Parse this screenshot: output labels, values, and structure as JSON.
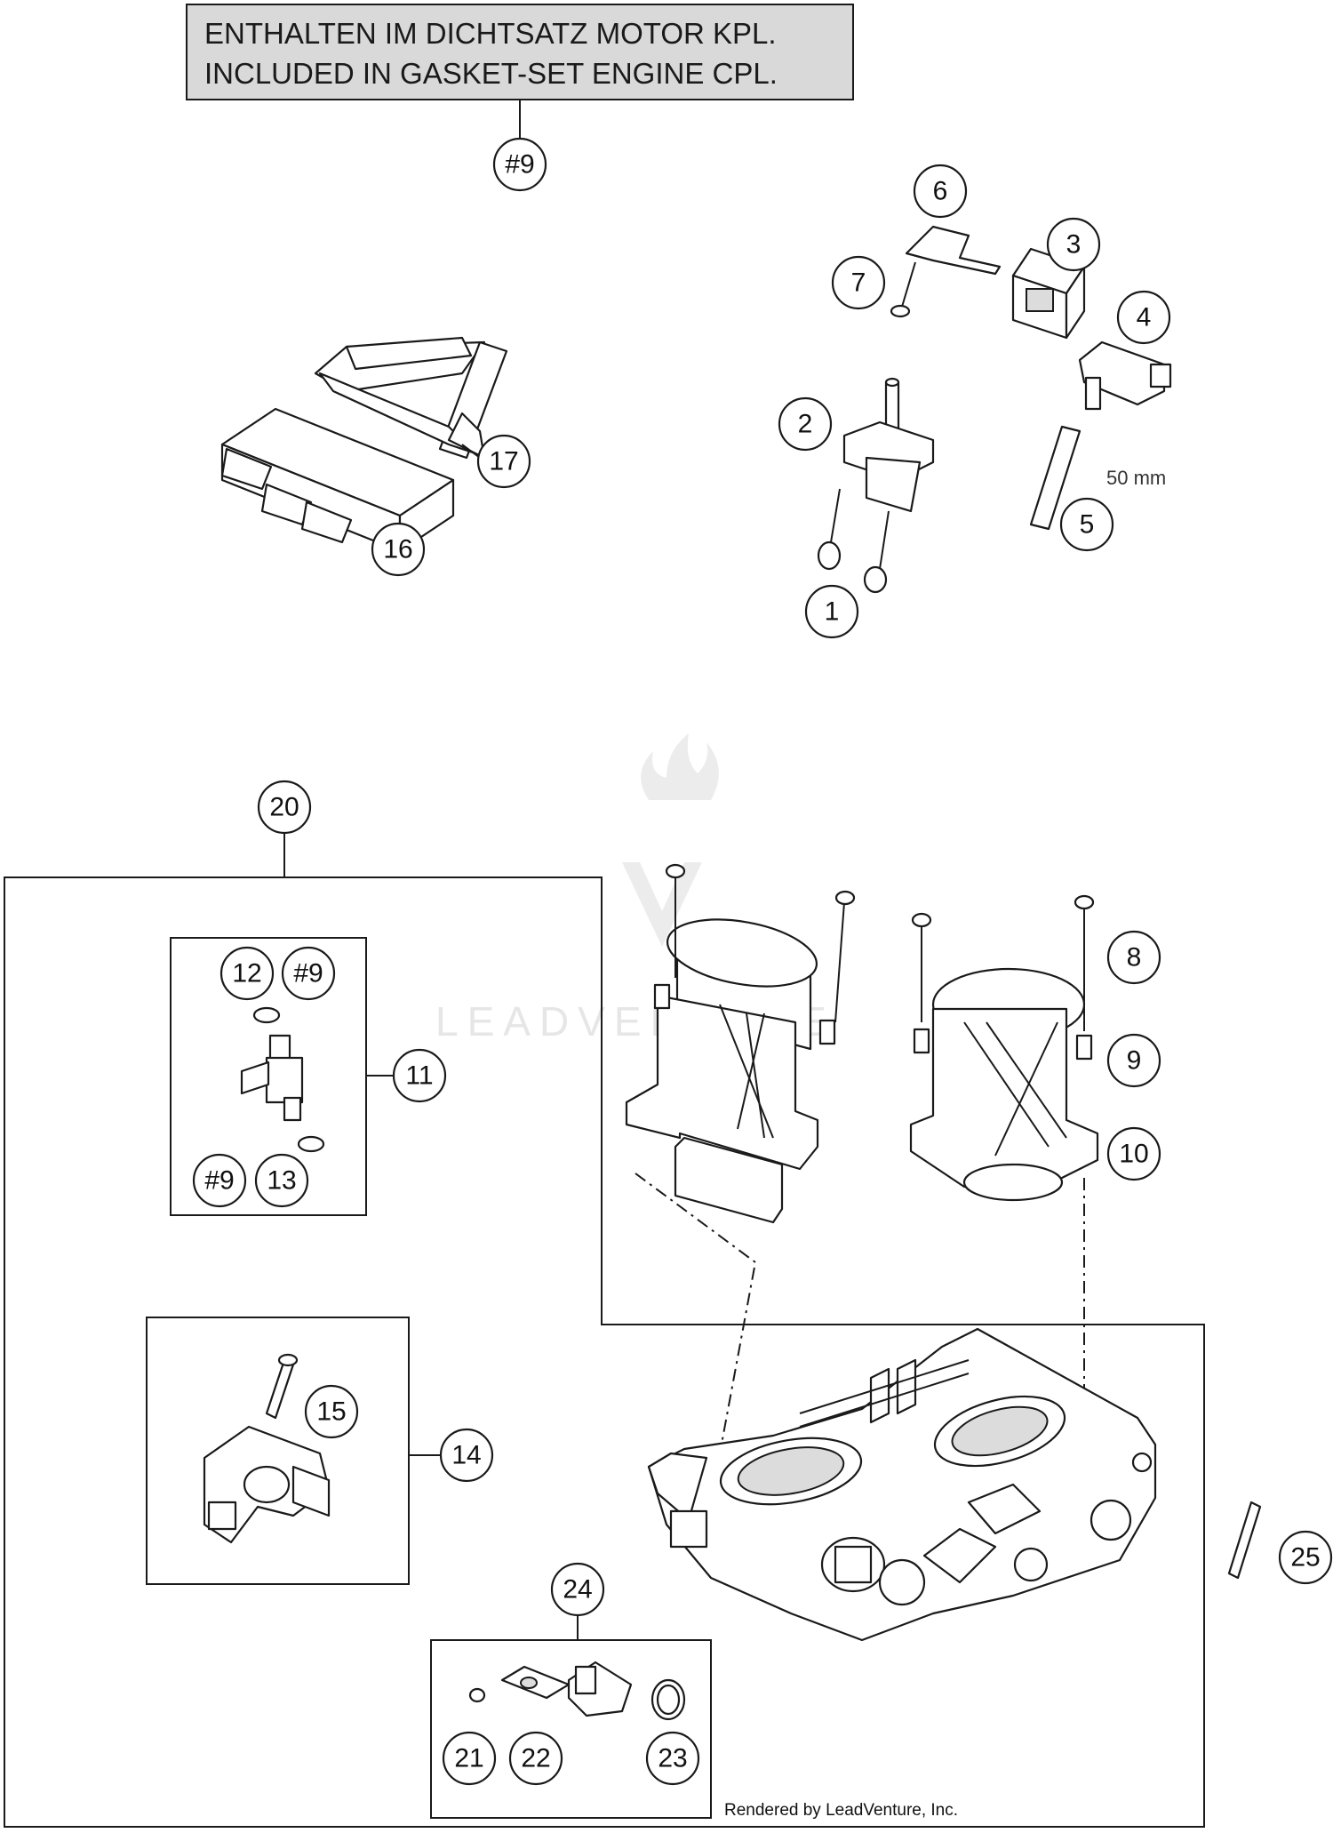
{
  "gasket_note": {
    "line1": "ENTHALTEN IM DICHTSATZ MOTOR KPL.",
    "line2": "INCLUDED IN GASKET-SET ENGINE CPL."
  },
  "callouts": {
    "c1": "1",
    "c2": "2",
    "c3": "3",
    "c4": "4",
    "c5": "5",
    "c6": "6",
    "c7": "7",
    "c8": "8",
    "c9": "9",
    "c10": "10",
    "c11": "11",
    "c12": "12",
    "c13": "13",
    "c14": "14",
    "c15": "15",
    "c16": "16",
    "c17": "17",
    "c20": "20",
    "c21": "21",
    "c22": "22",
    "c23": "23",
    "c24": "24",
    "c25": "25",
    "gasket_ref_top": "#9",
    "gasket_ref_12": "#9",
    "gasket_ref_13": "#9"
  },
  "dimension_label": "50 mm",
  "watermark": "LEADVENTURE",
  "footer": "Rendered by LeadVenture, Inc."
}
